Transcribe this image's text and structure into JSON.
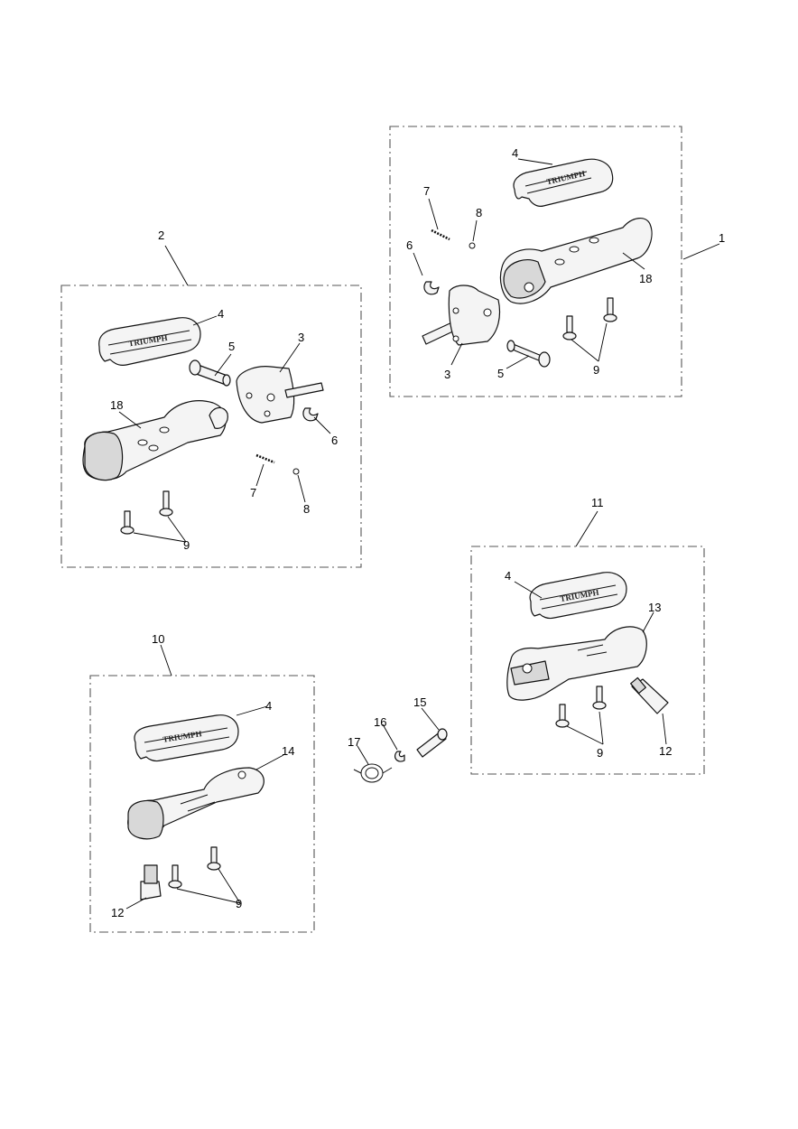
{
  "callouts": {
    "c1": "1",
    "c2": "2",
    "c3a": "3",
    "c3b": "3",
    "c4a": "4",
    "c4b": "4",
    "c4c": "4",
    "c4d": "4",
    "c5a": "5",
    "c5b": "5",
    "c6a": "6",
    "c6b": "6",
    "c7a": "7",
    "c7b": "7",
    "c8a": "8",
    "c8b": "8",
    "c9a": "9",
    "c9b": "9",
    "c9c": "9",
    "c9d": "9",
    "c10": "10",
    "c11": "11",
    "c12a": "12",
    "c12b": "12",
    "c13": "13",
    "c14": "14",
    "c15": "15",
    "c16": "16",
    "c17": "17",
    "c18a": "18",
    "c18b": "18"
  },
  "logo_text": "TRIUMPH"
}
